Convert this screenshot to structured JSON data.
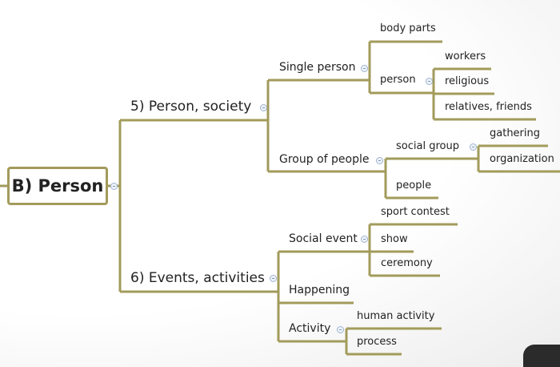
{
  "root": {
    "label": "B) Person"
  },
  "branches": {
    "person_society": "5) Person, society",
    "events_activities": "6) Events, activities"
  },
  "nodes": {
    "single_person": "Single person",
    "body_parts": "body parts",
    "person": "person",
    "workers": "workers",
    "religious": "religious",
    "relatives_friends": "relatives, friends",
    "group_of_people": "Group of people",
    "social_group": "social group",
    "gathering": "gathering",
    "organization": "organization",
    "people": "people",
    "social_event": "Social event",
    "sport_contest": "sport contest",
    "show": "show",
    "ceremony": "ceremony",
    "happening": "Happening",
    "activity": "Activity",
    "human_activity": "human activity",
    "process": "process"
  },
  "colors": {
    "connector": "#a29b5b",
    "toggle": "#9fb3cf"
  }
}
